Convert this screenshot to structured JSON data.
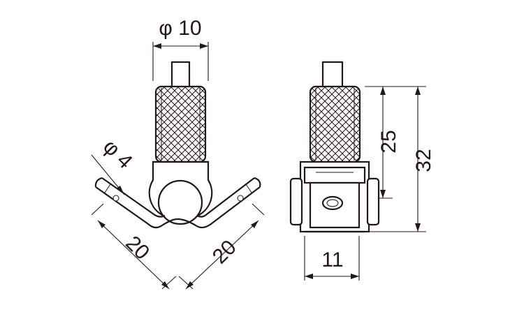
{
  "dimensions": {
    "shaft_diameter": "φ 10",
    "wire_diameter": "φ 4",
    "left_arm_length": "20",
    "right_arm_length": "20",
    "base_width": "11",
    "knurl_length": "25",
    "total_height": "32"
  },
  "colors": {
    "line": "#231815",
    "background": "#ffffff"
  }
}
